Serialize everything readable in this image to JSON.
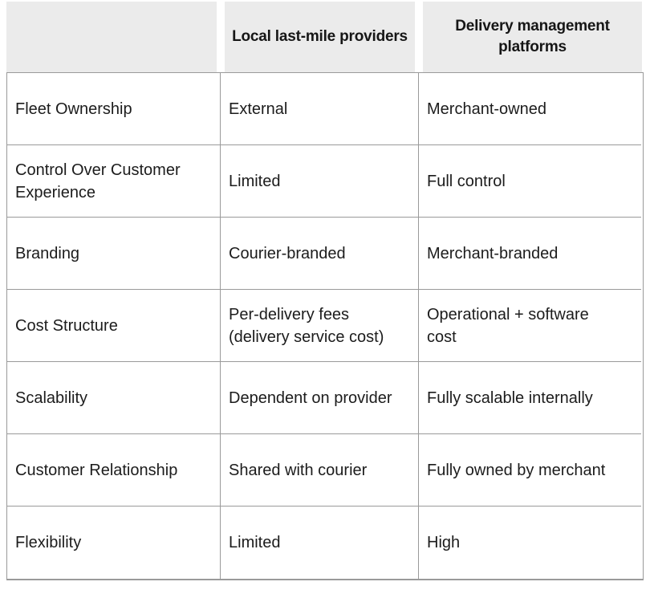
{
  "chart_data": {
    "type": "table",
    "title": "",
    "columns": [
      "",
      "Local last-mile providers",
      "Delivery management platforms"
    ],
    "rows": [
      [
        "Fleet Ownership",
        "External",
        "Merchant-owned"
      ],
      [
        "Control Over Customer Experience",
        "Limited",
        "Full control"
      ],
      [
        "Branding",
        "Courier-branded",
        "Merchant-branded"
      ],
      [
        "Cost Structure",
        "Per-delivery fees (delivery service cost)",
        "Operational + software cost"
      ],
      [
        "Scalability",
        "Dependent on provider",
        "Fully scalable internally"
      ],
      [
        "Customer Relationship",
        "Shared with courier",
        "Fully owned by merchant"
      ],
      [
        "Flexibility",
        "Limited",
        "High"
      ]
    ]
  },
  "colors": {
    "header-bg": "#ebebeb",
    "border": "#9a9a9a",
    "text": "#1c1c1c",
    "page-bg": "#ffffff"
  }
}
